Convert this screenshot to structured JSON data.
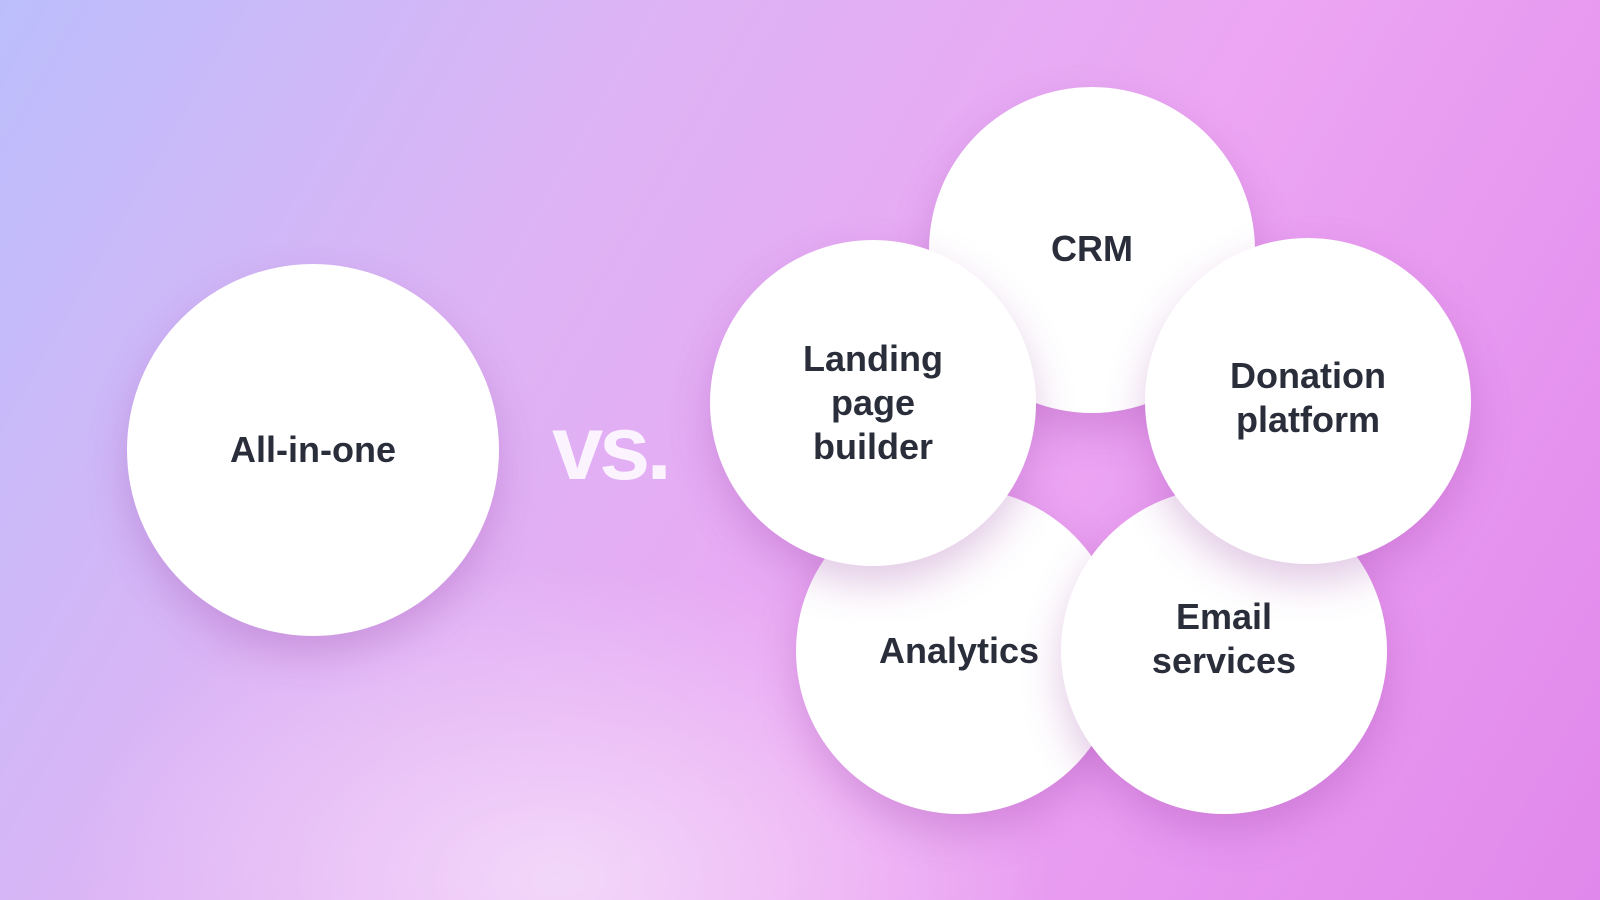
{
  "left": {
    "label": "All-in-one"
  },
  "separator": "vs.",
  "tools": [
    {
      "label": "CRM"
    },
    {
      "label": "Analytics"
    },
    {
      "label": "Email\nservices"
    },
    {
      "label": "Donation\nplatform"
    },
    {
      "label": "Landing\npage\nbuilder"
    }
  ]
}
